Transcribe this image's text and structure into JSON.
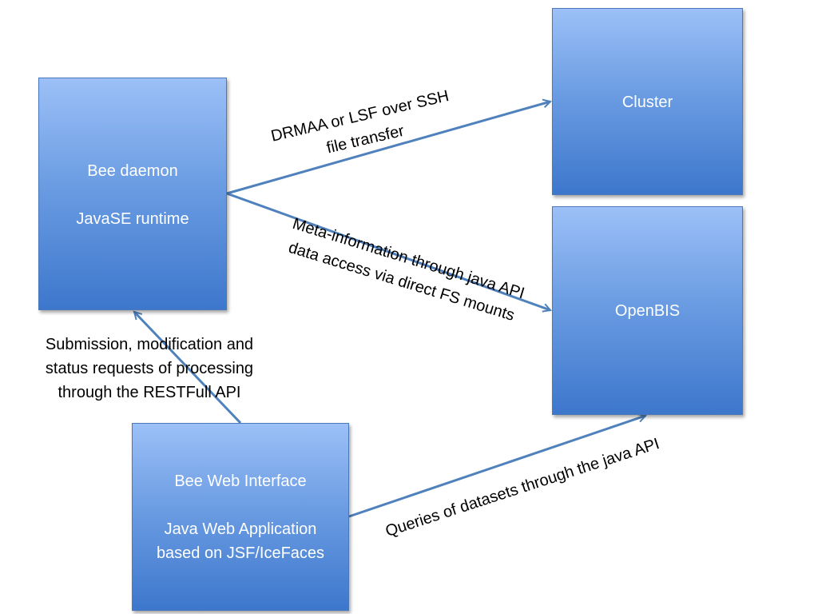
{
  "boxes": {
    "bee_daemon": {
      "line1": "Bee daemon",
      "line2": "JavaSE runtime"
    },
    "cluster": {
      "line1": "Cluster"
    },
    "openbis": {
      "line1": "OpenBIS"
    },
    "web_interface": {
      "line1": "Bee Web Interface",
      "line2": "Java Web Application",
      "line3": "based on JSF/IceFaces"
    }
  },
  "edges": {
    "drmaa": {
      "line1": "DRMAA or LSF over SSH",
      "line2": "file transfer"
    },
    "meta": {
      "line1": "Meta-information through java API",
      "line2": "data access via direct FS mounts"
    },
    "submission": {
      "line1": "Submission, modification and",
      "line2": "status requests of processing",
      "line3": "through the RESTFull API"
    },
    "queries": {
      "line1": "Queries of datasets through the java API"
    }
  },
  "colors": {
    "box_top": "#9cc0f7",
    "box_bottom": "#3d77cc",
    "arrow": "#4f81bd"
  }
}
